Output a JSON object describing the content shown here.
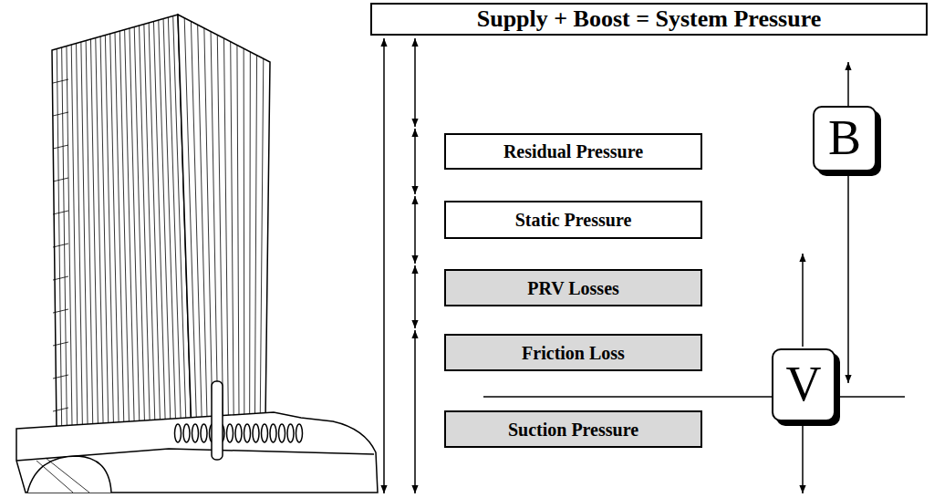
{
  "diagram": {
    "nodes": [
      {
        "text": [
          "Supply + Boost = System Pressure"
        ]
      },
      {
        "text": [
          "Residual Pressure"
        ]
      },
      {
        "text": [
          "Static Pressure"
        ]
      },
      {
        "text": [
          "PRV Losses"
        ]
      },
      {
        "text": [
          "Friction Loss"
        ]
      },
      {
        "text": [
          "Suction Pressure"
        ]
      },
      {
        "text": [
          "B"
        ]
      },
      {
        "text": [
          "V"
        ]
      }
    ]
  }
}
